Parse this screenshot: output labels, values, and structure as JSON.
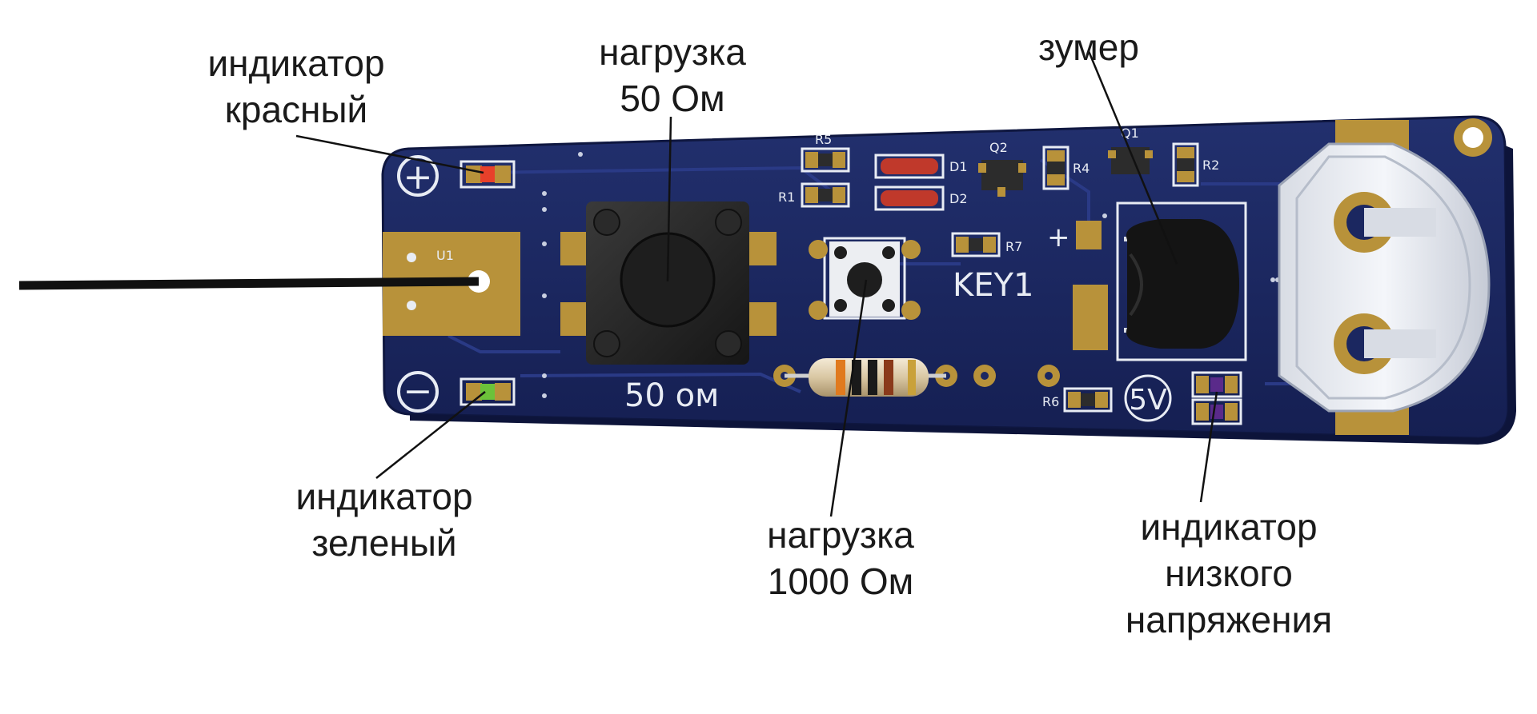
{
  "labels": {
    "red_indicator": {
      "line1": "индикатор",
      "line2": "красный"
    },
    "load_50": {
      "line1": "нагрузка",
      "line2": "50 Ом"
    },
    "buzzer": {
      "line1": "зумер"
    },
    "green_indicator": {
      "line1": "индикатор",
      "line2": "зеленый"
    },
    "load_1000": {
      "line1": "нагрузка",
      "line2": "1000 Ом"
    },
    "low_voltage_indicator": {
      "line1": "индикатор",
      "line2": "низкого",
      "line3": "напряжения"
    }
  },
  "silkscreen": {
    "plus": "+",
    "minus": "−",
    "u1": "U1",
    "r5": "R5",
    "r1": "R1",
    "d1": "D1",
    "d2": "D2",
    "q2": "Q2",
    "r4": "R4",
    "q1": "Q1",
    "r2": "R2",
    "r7": "R7",
    "key1": "KEY1",
    "ohm50": "50 ом",
    "r6": "R6",
    "five_v": "5V",
    "buzzer_plus": "+"
  },
  "colors": {
    "board": "#1b2760",
    "pad": "#b8923a",
    "led_red": "#e8402a",
    "led_green": "#6cc23a",
    "led_purple": "#5a2a8a",
    "leader": "#111111"
  }
}
